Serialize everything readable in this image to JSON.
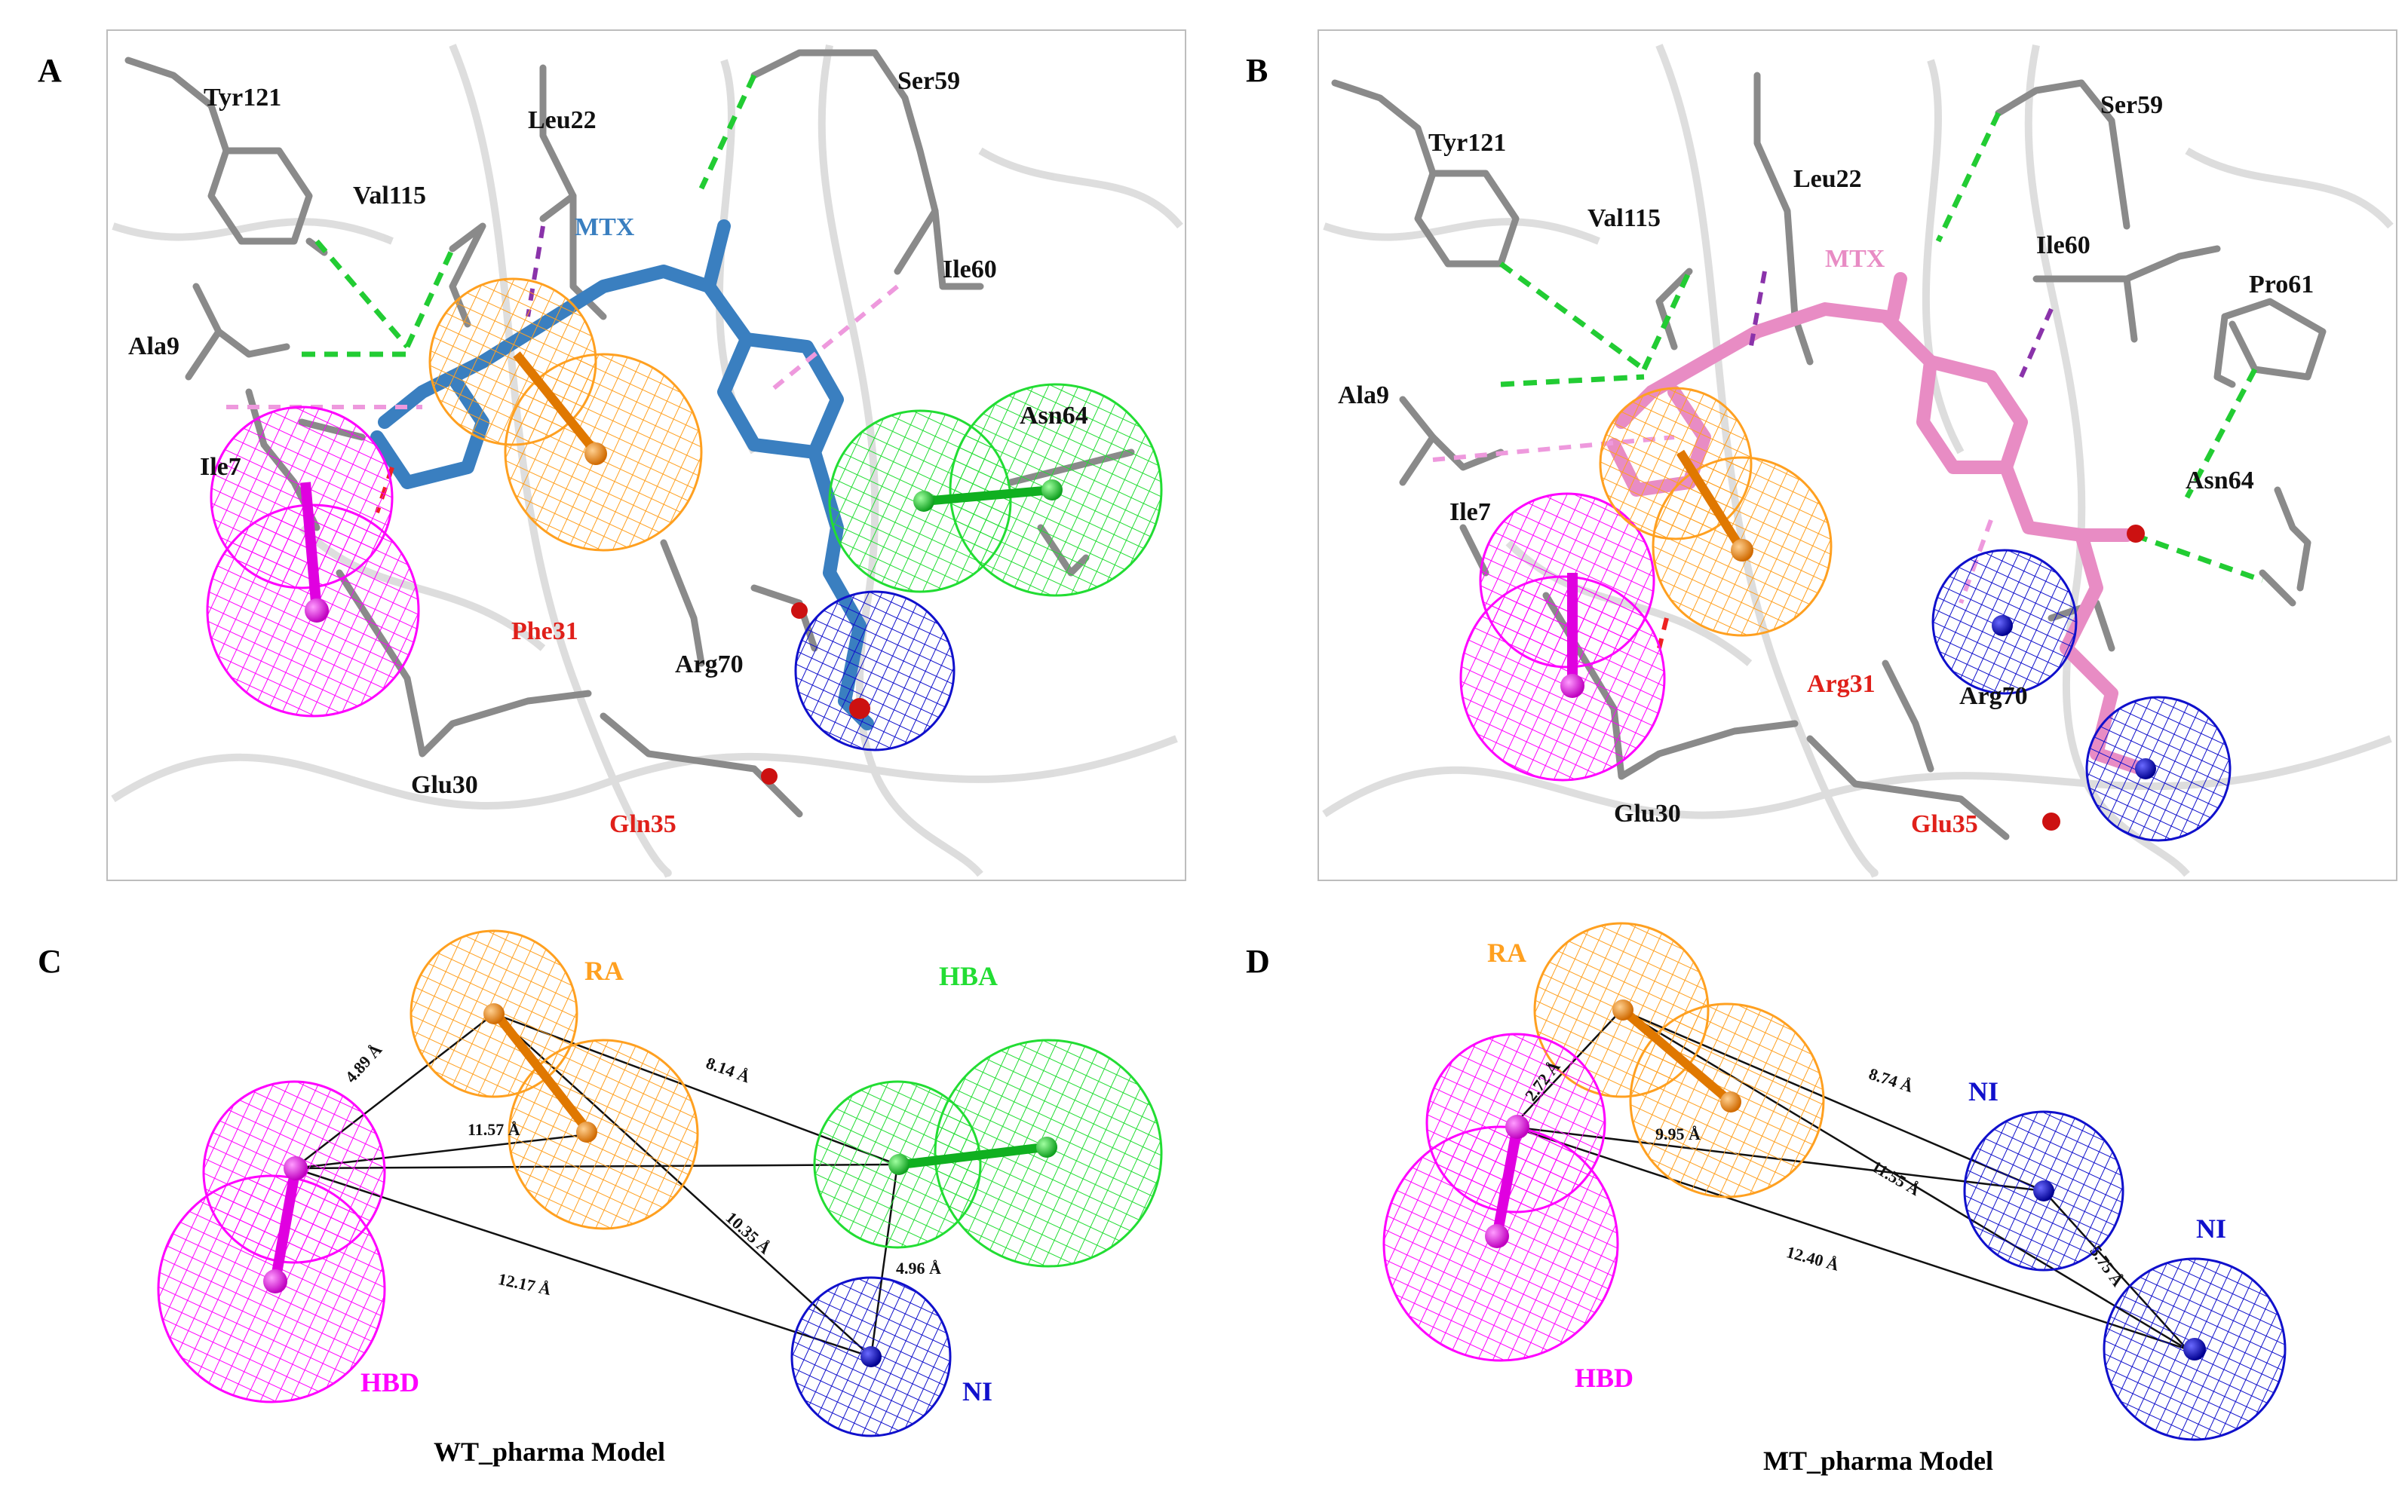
{
  "panels": {
    "A": {
      "label": "A"
    },
    "B": {
      "label": "B"
    },
    "C": {
      "label": "C"
    },
    "D": {
      "label": "D"
    }
  },
  "panel_a": {
    "residues": [
      "Tyr121",
      "Leu22",
      "Ser59",
      "Val115",
      "Ile60",
      "Ala9",
      "Ile7",
      "Asn64",
      "Arg70",
      "Glu30"
    ],
    "mutated_residues": [
      "Phe31",
      "Gln35"
    ],
    "ligand": "MTX",
    "ligand_color": "#3a7fc0"
  },
  "panel_b": {
    "residues": [
      "Tyr121",
      "Ser59",
      "Leu22",
      "Val115",
      "Ile60",
      "Pro61",
      "Ala9",
      "Asn64",
      "Ile7",
      "Arg70",
      "Glu30"
    ],
    "mutated_residues": [
      "Arg31",
      "Glu35"
    ],
    "ligand": "MTX",
    "ligand_color": "#e88cc4"
  },
  "panel_c": {
    "features": {
      "ra": "RA",
      "hba": "HBA",
      "hbd": "HBD",
      "ni": "NI"
    },
    "distances": [
      "4.89 Å",
      "8.14 Å",
      "11.57 Å",
      "10.35 Å",
      "4.96 Å",
      "12.17 Å"
    ],
    "title": "WT_pharma Model"
  },
  "panel_d": {
    "features": {
      "ra": "RA",
      "ni1": "NI",
      "ni2": "NI",
      "hbd": "HBD"
    },
    "distances": [
      "2.72 Å",
      "8.74 Å",
      "9.95 Å",
      "11.55 Å",
      "12.40 Å",
      "5.75 Å"
    ],
    "title": "MT_pharma Model"
  },
  "colors": {
    "hbd": "#ff00ff",
    "ra": "#ffa020",
    "hba": "#22dd33",
    "ni": "#1010cc",
    "residue_stick": "#8a8a8a",
    "hbond": "#22cc33",
    "ribbon": "#d8d8d8"
  }
}
